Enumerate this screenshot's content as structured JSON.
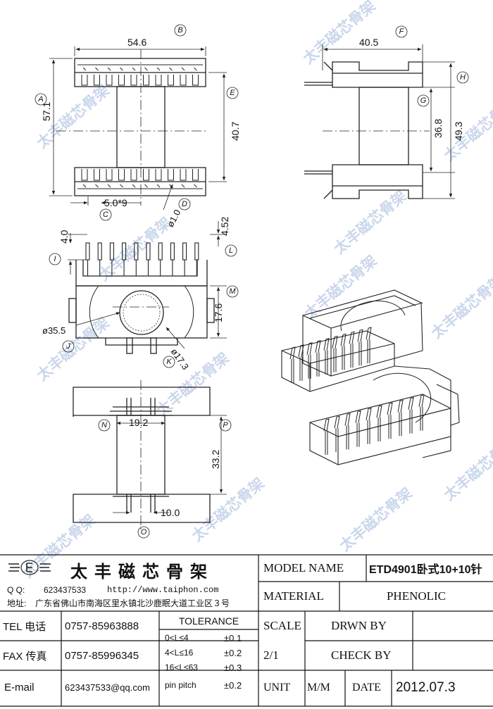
{
  "dimensions": {
    "d54_6": "54.6",
    "d57_1": "57.1",
    "d40_7": "40.7",
    "d5_0x9": "5.0*9",
    "d1_0": "ø1.0",
    "d40_5": "40.5",
    "d36_8": "36.8",
    "d49_3": "49.3",
    "d4_0": "4.0",
    "d4_52": "4.52",
    "d17_6": "17.6",
    "d35_5": "ø35.5",
    "d17_3": "ø17.3",
    "d19_2": "19.2",
    "d33_2": "33.2",
    "d10_0": "10.0"
  },
  "callouts": [
    "A",
    "B",
    "C",
    "D",
    "E",
    "F",
    "G",
    "H",
    "I",
    "J",
    "K",
    "L",
    "M",
    "N",
    "O",
    "P"
  ],
  "watermark": "太丰磁芯骨架",
  "title_block": {
    "company_name": "太丰磁芯骨架",
    "qq_label": "Q Q:",
    "qq_value": "623437533",
    "website": "http://www.taiphon.com",
    "address_label": "地址:",
    "address": "广东省佛山市南海区里水镇北沙鹿眠大道工业区３号",
    "tel_label": "TEL 电话",
    "tel_value": "0757-85963888",
    "fax_label": "FAX 传真",
    "fax_value": "0757-85996345",
    "email_label": "E-mail",
    "email_value": "623437533@qq.com",
    "tolerance_title": "TOLERANCE",
    "tolerance_rows": [
      {
        "range": "0<L≤4",
        "value": "±0.1"
      },
      {
        "range": "4<L≤16",
        "value": "±0.2"
      },
      {
        "range": "16<L≤63",
        "value": "±0.3"
      },
      {
        "range": "pin pitch",
        "value": "±0.2"
      }
    ],
    "model_label": "MODEL NAME",
    "model_value": "ETD4901卧式10+10针",
    "material_label": "MATERIAL",
    "material_value": "PHENOLIC",
    "scale_label": "SCALE",
    "scale_value": "2/1",
    "drawn_by_label": "DRWN BY",
    "check_by_label": "CHECK BY",
    "unit_label": "UNIT",
    "unit_value": "M/M",
    "date_label": "DATE",
    "date_value": "2012.07.3"
  }
}
